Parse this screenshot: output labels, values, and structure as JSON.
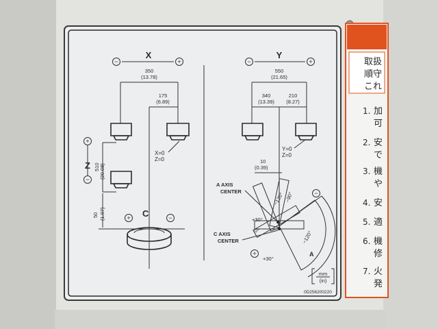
{
  "x_section": {
    "axis": "X",
    "minus": "−",
    "plus": "+",
    "dim_350": "350",
    "dim_350_in": "(13.78)",
    "dim_175": "175",
    "dim_175_in": "(6.89)",
    "origin_x": "X=0",
    "origin_z": "Z=0",
    "z_axis": "Z",
    "z_plus": "+",
    "z_minus": "−",
    "dim_510": "510",
    "dim_510_in": "(20.08)",
    "dim_50": "50",
    "dim_50_in": "(1.97)",
    "c_axis": "C",
    "c_plus": "+",
    "c_minus": "−"
  },
  "y_section": {
    "axis": "Y",
    "minus": "−",
    "plus": "+",
    "dim_550": "550",
    "dim_550_in": "(21.65)",
    "dim_340": "340",
    "dim_340_in": "(13.39)",
    "dim_210": "210",
    "dim_210_in": "(8.27)",
    "origin_y": "Y=0",
    "origin_z": "Z=0",
    "dim_10": "10",
    "dim_10_in": "(0.39)",
    "a_center_1": "A AXIS",
    "a_center_2": "CENTER",
    "c_center_1": "C AXIS",
    "c_center_2": "CENTER",
    "ang_p30": "+30°",
    "ang_0": "0°",
    "ang_m90": "−90°",
    "ang_m120": "−120°",
    "ang_m120b": "−120°",
    "ang_p30b": "+30°",
    "a_label": "A",
    "a_plus": "+",
    "a_minus": "−"
  },
  "unit_box": {
    "top": "mm",
    "bottom": "(in)"
  },
  "part_number": "0D256200220",
  "warning_panel": {
    "heading_1": "取扱",
    "heading_2": "順守",
    "heading_3": "これ",
    "items": [
      {
        "num": "1.",
        "line1": "加",
        "line2": "可"
      },
      {
        "num": "2.",
        "line1": "安",
        "line2": "で"
      },
      {
        "num": "3.",
        "line1": "機",
        "line2": "や"
      },
      {
        "num": "4.",
        "line1": "安",
        "line2": ""
      },
      {
        "num": "5.",
        "line1": "適",
        "line2": ""
      },
      {
        "num": "6.",
        "line1": "機",
        "line2": "修"
      },
      {
        "num": "7.",
        "line1": "火",
        "line2": "発"
      }
    ]
  },
  "colors": {
    "label_bg": "#eceef0",
    "label_border": "#2a2a2a",
    "warning_accent": "#e0531f",
    "wall": "#dcdcd8"
  }
}
